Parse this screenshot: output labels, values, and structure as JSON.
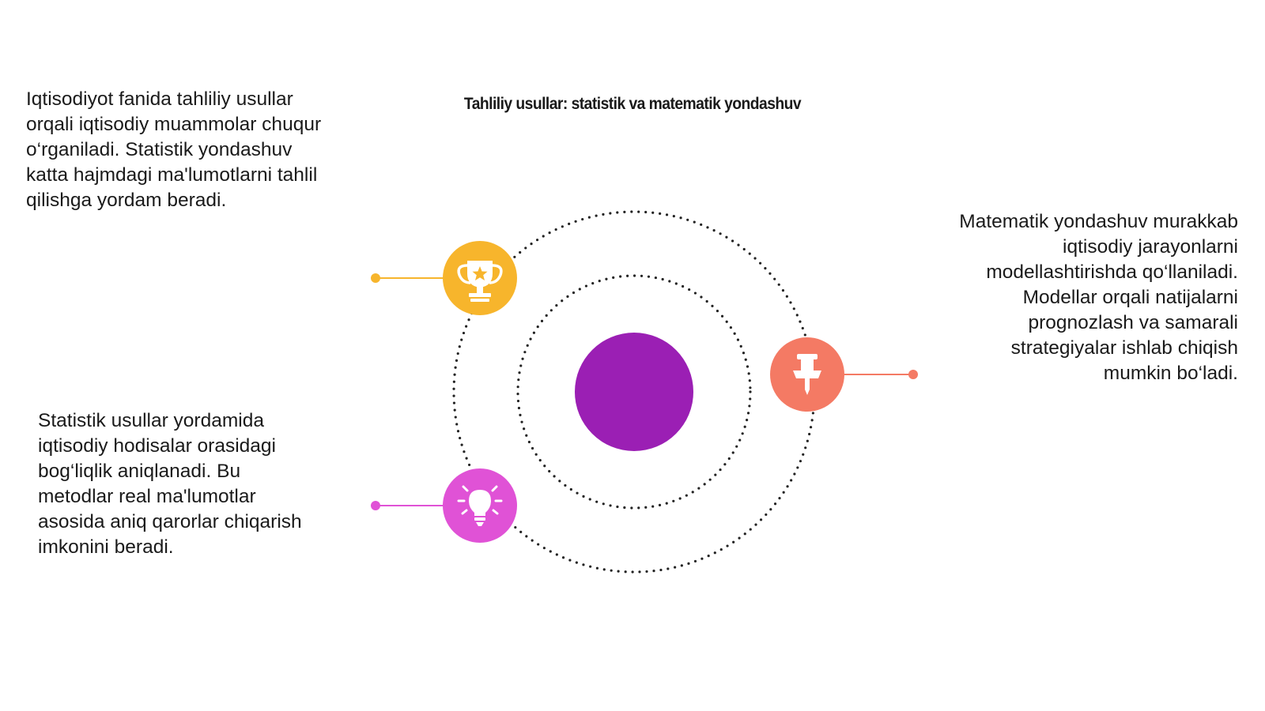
{
  "title": "Tahliliy usullar: statistik va matematik yondashuv",
  "blocks": {
    "top_left": "Iqtisodiyot fanida tahliliy usullar\norqali iqtisodiy muammolar chuqur\no‘rganiladi. Statistik yondashuv\nkatta hajmdagi ma'lumotlarni tahlil\nqilishga yordam beradi.",
    "right": "Matematik yondashuv murakkab\niqtisodiy jarayonlarni\nmodellashtirishda qo‘llaniladi.\nModellar orqali natijalarni\nprognozlash va samarali\nstrategiyalar ishlab chiqish\nmumkin bo‘ladi.",
    "bottom_left": "Statistik usullar yordamida\niqtisodiy hodisalar orasidagi\nbog‘liqlik aniqlanadi. Bu\nmetodlar real ma'lumotlar\nasosida aniq qarorlar chiqarish\nimkonini beradi."
  },
  "nodes": [
    {
      "icon": "trophy-icon",
      "color": "#F7B52C"
    },
    {
      "icon": "pushpin-icon",
      "color": "#F47A64"
    },
    {
      "icon": "lightbulb-icon",
      "color": "#E052D6"
    }
  ],
  "center_color": "#9B1FB4"
}
